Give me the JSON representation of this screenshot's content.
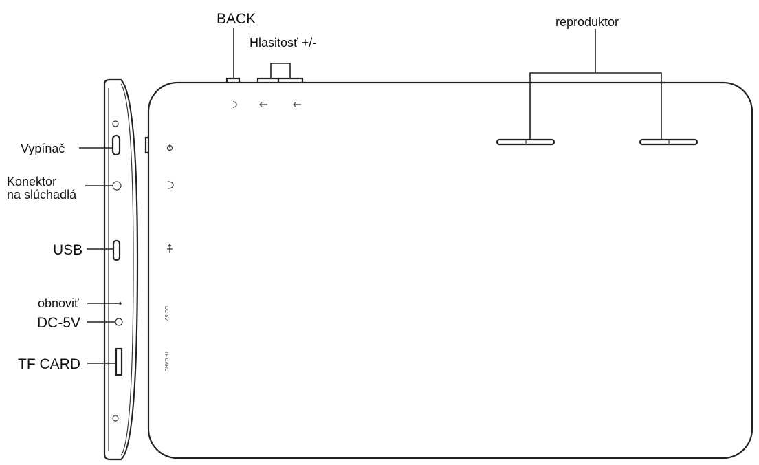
{
  "labels": {
    "back": "BACK",
    "volume": "Hlasitosť +/-",
    "speaker": "reproduktor",
    "power_switch": "Vypínač",
    "headphone_line1": "Konektor",
    "headphone_line2": "na slúchadlá",
    "usb": "USB",
    "reset": "obnoviť",
    "dc": "DC-5V",
    "tf_card": "TF CARD"
  },
  "tiny_marks": {
    "dc": "DC-5V",
    "tf": "TF CARD"
  },
  "colors": {
    "line": "#222222",
    "background": "#ffffff"
  }
}
